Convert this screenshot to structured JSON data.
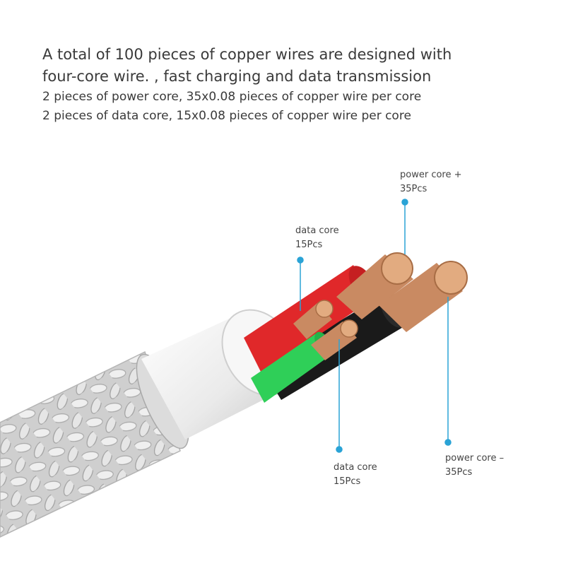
{
  "heading": {
    "line1": "A total of 100 pieces of copper wires are designed with",
    "line2": "four-core wire. , fast charging and data transmission",
    "line3": "2 pieces of power core, 35x0.08 pieces of copper wire per core",
    "line4": "2 pieces of data core, 15x0.08 pieces of copper wire per core"
  },
  "callouts": {
    "power_plus": {
      "name": "power core +",
      "count": "35Pcs"
    },
    "data_top": {
      "name": "data core",
      "count": "15Pcs"
    },
    "data_bottom": {
      "name": "data core",
      "count": "15Pcs"
    },
    "power_minus": {
      "name": "power core –",
      "count": "35Pcs"
    }
  },
  "colors": {
    "accent": "#2aa3d6",
    "copper": "#c98a62",
    "red_insulation": "#e0282a",
    "black_insulation": "#1a1a1a",
    "green_insulation": "#2fcf58",
    "white_insulation": "#ebebeb",
    "braid": "#d4d4d4"
  }
}
